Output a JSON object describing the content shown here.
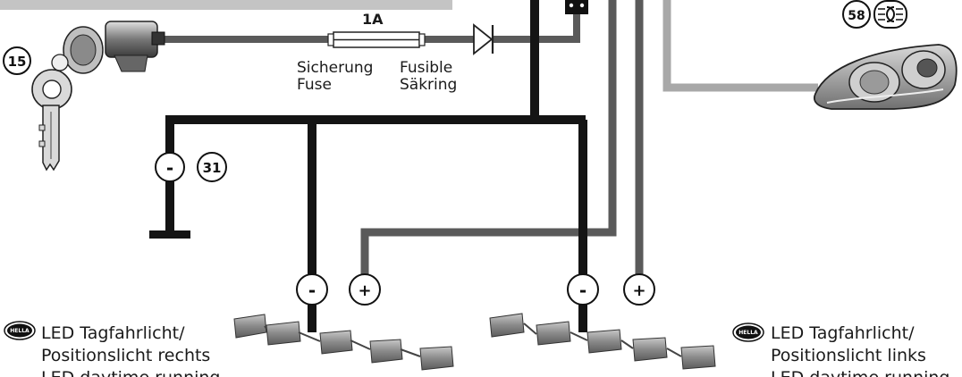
{
  "fuse": {
    "rating": "1A",
    "label_de": "Sicherung",
    "label_en": "Fuse",
    "label_fr": "Fusible",
    "label_sv": "Säkring"
  },
  "terminals": {
    "ignition": "15",
    "ground": "31",
    "parking_light": "58"
  },
  "polarity": {
    "minus": "-",
    "plus": "+"
  },
  "brand": "HELLA",
  "right_module": {
    "line1": "LED Tagfahrlicht/",
    "line2": "Positionslicht rechts",
    "line3": "LED daytime running"
  },
  "left_module": {
    "line1": "LED Tagfahrlicht/",
    "line2": "Positionslicht links",
    "line3": "LED daytime running"
  },
  "colors": {
    "wire_black": "#141414",
    "wire_dark_gray": "#5a5a5a",
    "wire_light_gray": "#a8a8a8"
  }
}
